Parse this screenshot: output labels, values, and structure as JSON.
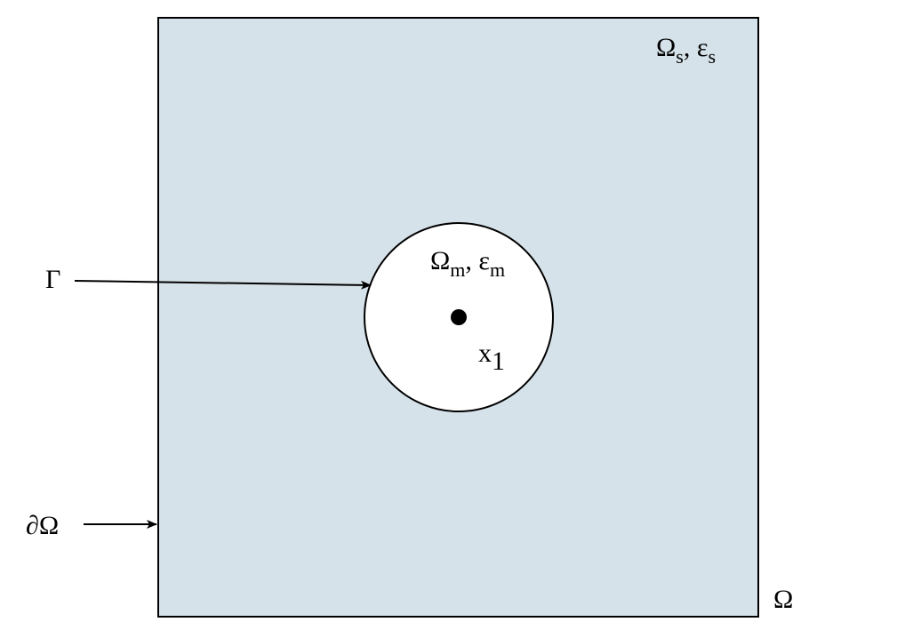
{
  "colors": {
    "solvent_fill": "#d6e2ea",
    "molecule_fill": "#ffffff",
    "stroke": "#000000"
  },
  "labels": {
    "solvent_region": {
      "symbol": "Ω",
      "subscript": "s",
      "separator": ", ",
      "eps": "ε",
      "eps_subscript": "s"
    },
    "molecule_region": {
      "symbol": "Ω",
      "subscript": "m",
      "separator": ", ",
      "eps": "ε",
      "eps_subscript": "m"
    },
    "point": {
      "symbol": "x",
      "subscript": "1"
    },
    "interface": "Γ",
    "boundary": "∂Ω",
    "domain": "Ω"
  }
}
